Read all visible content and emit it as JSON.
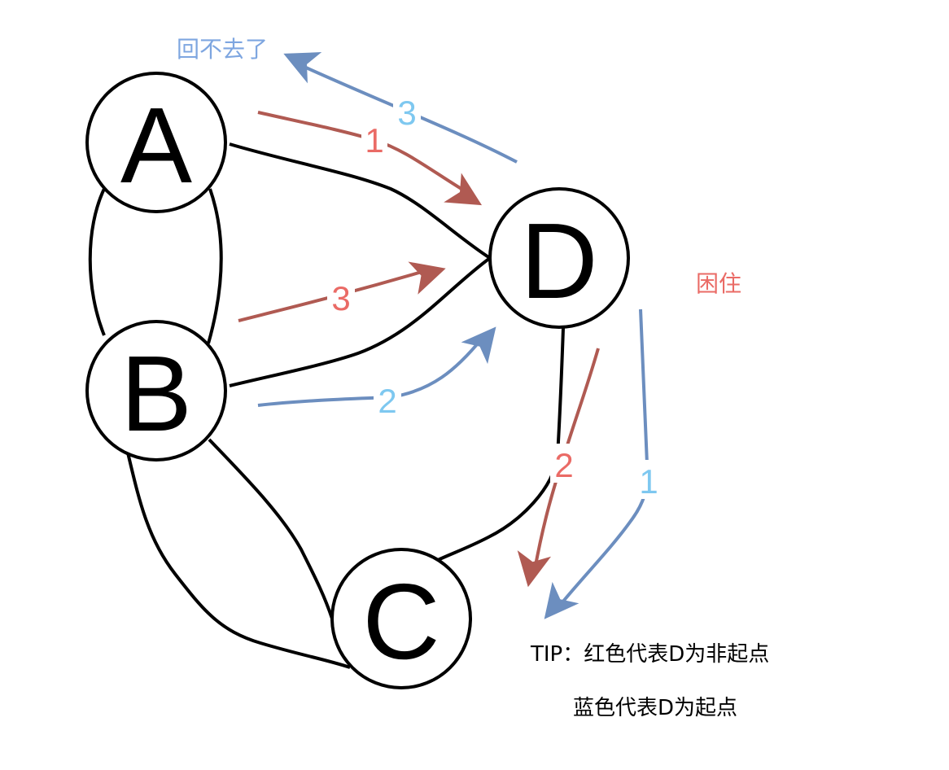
{
  "colors": {
    "red_path": "#B05A52",
    "red_label": "#EA6B66",
    "blue_path": "#6C8EBF",
    "blue_label": "#7EC8F0",
    "blue_note": "#7EA6E0",
    "edge": "#000000"
  },
  "nodes": {
    "a": "A",
    "b": "B",
    "c": "C",
    "d": "D"
  },
  "red_steps": [
    "1",
    "2",
    "3"
  ],
  "blue_steps": [
    "1",
    "2",
    "3"
  ],
  "notes": {
    "blue_stuck": "回不去了",
    "red_stuck": "困住"
  },
  "tip": {
    "line1": "TIP：红色代表D为非起点",
    "line2": "蓝色代表D为起点"
  }
}
